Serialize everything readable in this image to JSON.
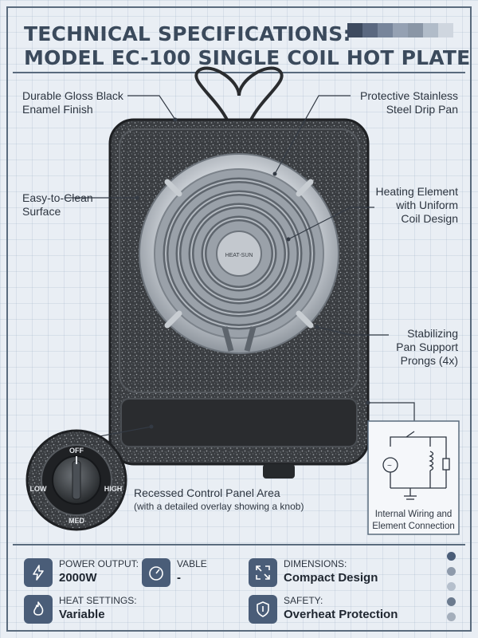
{
  "header": {
    "title_line1": "TECHNICAL SPECIFICATIONS:",
    "title_line2": "MODEL EC-100 SINGLE COIL HOT PLATE",
    "swatch_colors": [
      "#3d4a5f",
      "#5a6880",
      "#77859b",
      "#95a1b3",
      "#8a96a6",
      "#b1bcc9",
      "#cfd6df"
    ]
  },
  "callouts": {
    "finish": "Durable Gloss Black\nEnamel Finish",
    "drip_pan": "Protective Stainless\nSteel Drip Pan",
    "surface": "Easy-to-Clean\nSurface",
    "element": "Heating Element\nwith Uniform\nCoil Design",
    "prongs": "Stabilizing\nPan Support\nProngs (4x)"
  },
  "coil_brand": "HEAT-SUN",
  "knob": {
    "off": "OFF",
    "low": "LOW",
    "high": "HIGH",
    "med": "MED"
  },
  "control_panel": {
    "label": "Recessed Control Panel Area",
    "sublabel": "(with a detailed overlay showing a knob)"
  },
  "wiring": {
    "label": "Internal Wiring and\nElement Connection"
  },
  "specs": [
    {
      "icon": "bolt-icon",
      "label": "POWER OUTPUT:",
      "value": "2000W"
    },
    {
      "icon": "gauge-icon",
      "label": "VABLE",
      "value": "-"
    },
    {
      "icon": "expand-icon",
      "label": "DIMENSIONS:",
      "value": "Compact Design"
    },
    {
      "icon": "flame-icon",
      "label": "HEAT SETTINGS:",
      "value": "Variable"
    },
    {
      "icon": "shield-icon",
      "label": "SAFETY:",
      "value": "Overheat Protection"
    }
  ],
  "colors": {
    "accent": "#4a5d78",
    "title": "#3b4a5c",
    "dots": [
      "#4a5d78",
      "#8e9aab",
      "#b5bfcc",
      "#6b7a8e",
      "#a4aebb"
    ]
  }
}
